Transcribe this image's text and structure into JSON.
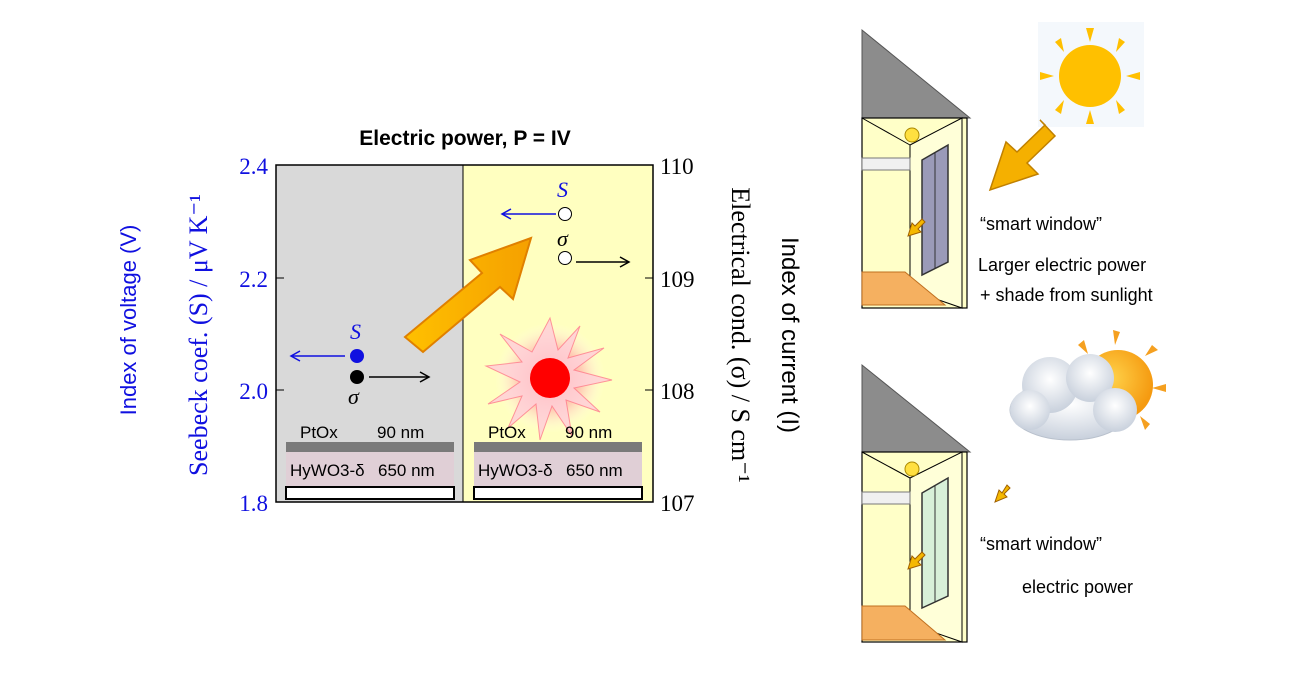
{
  "chart": {
    "title": "Electric power, P = IV",
    "left_axis": {
      "label": "Seebeck coef. (S) / μV K⁻¹",
      "outer_label": "Index of voltage (V)",
      "ticks": [
        "2.4",
        "2.2",
        "2.0",
        "1.8"
      ],
      "color": "#1010e0"
    },
    "right_axis": {
      "label": "Electrical cond. (σ) / S cm⁻¹",
      "outer_label": "Index of current (I)",
      "ticks": [
        "110",
        "109",
        "108",
        "107"
      ],
      "color": "#000000"
    },
    "left_panel": {
      "S_label": "S",
      "sigma_label": "σ",
      "ptox_label": "PtOx",
      "ptox_thickness": "90 nm",
      "hywo_label": "HyWO3-δ",
      "hywo_thickness": "650 nm",
      "background": "#d9d9d9"
    },
    "right_panel": {
      "S_label": "S",
      "sigma_label": "σ",
      "ptox_label": "PtOx",
      "ptox_thickness": "90 nm",
      "hywo_label": "HyWO3-δ",
      "hywo_thickness": "650 nm",
      "background": "#ffffc0"
    },
    "arrow_color": "#f5b800"
  },
  "scenes": {
    "sunny": {
      "caption": "“smart window”",
      "description_line1": "Larger electric power",
      "description_line2": "+ shade from sunlight",
      "window_color": "#9a9ab8"
    },
    "cloudy": {
      "caption": "“smart window”",
      "description_line1": "electric power",
      "window_color": "#d8f0d8"
    }
  }
}
